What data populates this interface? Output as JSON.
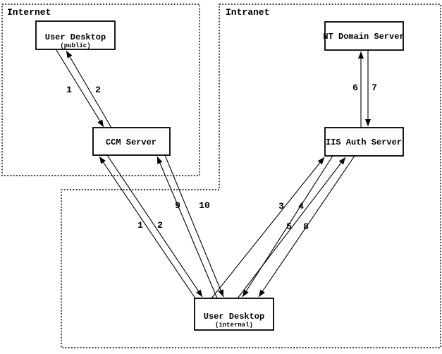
{
  "diagram": {
    "background_color": "#ffffff",
    "line_color": "#000000",
    "regions": [
      {
        "id": "internet",
        "label": "Internet"
      },
      {
        "id": "intranet",
        "label": "Intranet"
      }
    ],
    "nodes": [
      {
        "id": "user-desktop-public",
        "label": "User Desktop",
        "sublabel": "(public)"
      },
      {
        "id": "ccm-server",
        "label": "CCM Server"
      },
      {
        "id": "nt-domain-server",
        "label": "NT Domain Server"
      },
      {
        "id": "iis-auth-server",
        "label": "IIS Auth Server"
      },
      {
        "id": "user-desktop-internal",
        "label": "User Desktop",
        "sublabel": "(internal)"
      }
    ],
    "edges": [
      {
        "label": "1",
        "from": "User Desktop (public)",
        "to": "CCM Server"
      },
      {
        "label": "2",
        "from": "CCM Server",
        "to": "User Desktop (public)"
      },
      {
        "label": "6",
        "from": "IIS Auth Server",
        "to": "NT Domain Server"
      },
      {
        "label": "7",
        "from": "NT Domain Server",
        "to": "IIS Auth Server"
      },
      {
        "label": "1",
        "from": "User Desktop (internal)",
        "to": "CCM Server"
      },
      {
        "label": "2",
        "from": "CCM Server",
        "to": "User Desktop (internal)"
      },
      {
        "label": "9",
        "from": "User Desktop (internal)",
        "to": "CCM Server"
      },
      {
        "label": "10",
        "from": "CCM Server",
        "to": "User Desktop (internal)"
      },
      {
        "label": "3",
        "from": "User Desktop (internal)",
        "to": "IIS Auth Server"
      },
      {
        "label": "4",
        "from": "IIS Auth Server",
        "to": "User Desktop (internal)"
      },
      {
        "label": "5",
        "from": "User Desktop (internal)",
        "to": "IIS Auth Server"
      },
      {
        "label": "8",
        "from": "IIS Auth Server",
        "to": "User Desktop (internal)"
      }
    ]
  }
}
